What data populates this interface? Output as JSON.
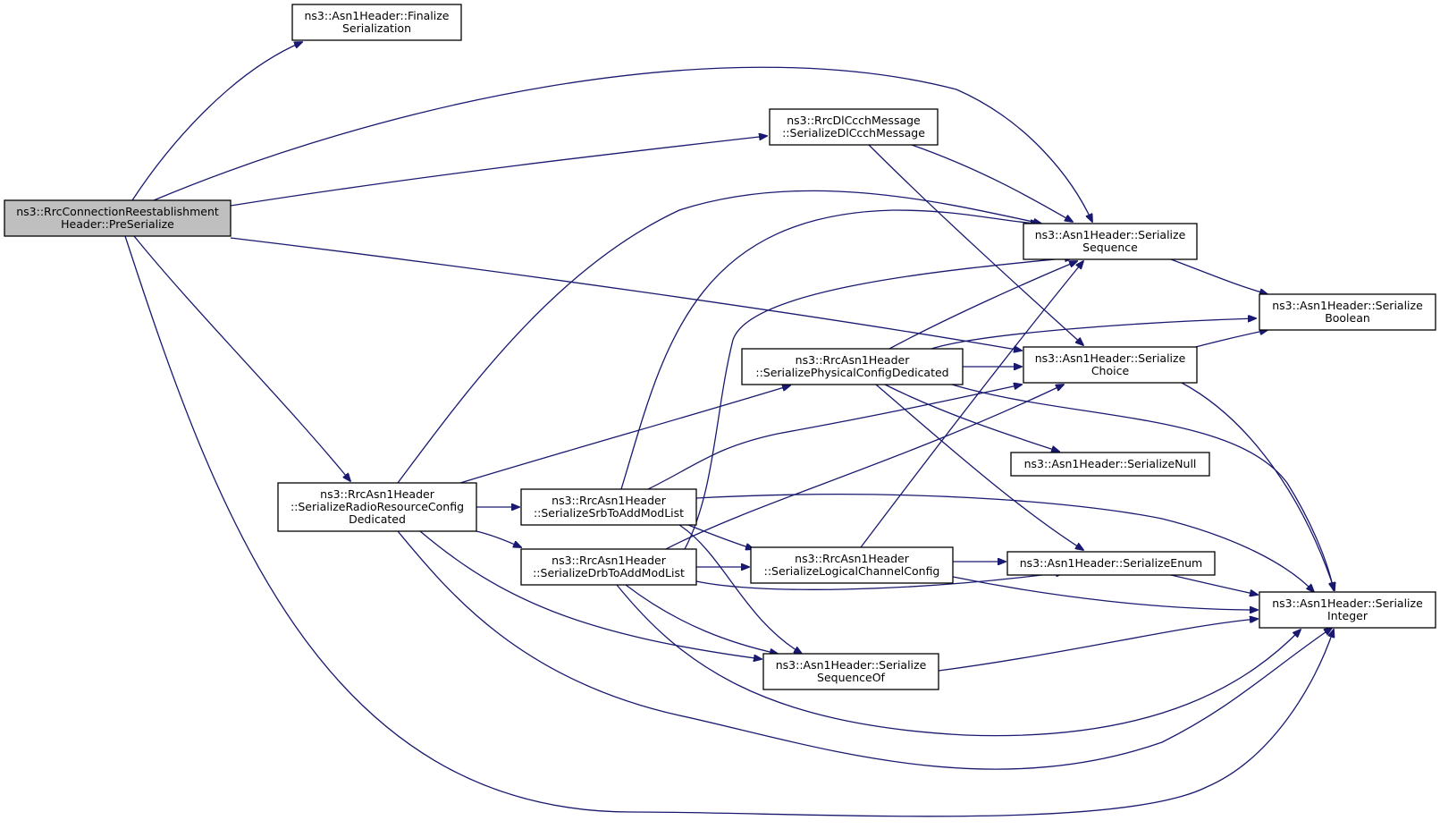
{
  "nodes": [
    {
      "id": "pre",
      "lines": [
        "ns3::RrcConnectionReestablishment",
        "Header::PreSerialize"
      ],
      "highlighted": true
    },
    {
      "id": "fin",
      "lines": [
        "ns3::Asn1Header::Finalize",
        "Serialization"
      ]
    },
    {
      "id": "dlccch",
      "lines": [
        "ns3::RrcDlCcchMessage",
        "::SerializeDlCcchMessage"
      ]
    },
    {
      "id": "seq",
      "lines": [
        "ns3::Asn1Header::Serialize",
        "Sequence"
      ]
    },
    {
      "id": "bool",
      "lines": [
        "ns3::Asn1Header::Serialize",
        "Boolean"
      ]
    },
    {
      "id": "choice",
      "lines": [
        "ns3::Asn1Header::Serialize",
        "Choice"
      ]
    },
    {
      "id": "phys",
      "lines": [
        "ns3::RrcAsn1Header",
        "::SerializePhysicalConfigDedicated"
      ]
    },
    {
      "id": "null",
      "lines": [
        "ns3::Asn1Header::SerializeNull"
      ]
    },
    {
      "id": "rrcd",
      "lines": [
        "ns3::RrcAsn1Header",
        "::SerializeRadioResourceConfig",
        "Dedicated"
      ]
    },
    {
      "id": "srb",
      "lines": [
        "ns3::RrcAsn1Header",
        "::SerializeSrbToAddModList"
      ]
    },
    {
      "id": "drb",
      "lines": [
        "ns3::RrcAsn1Header",
        "::SerializeDrbToAddModList"
      ]
    },
    {
      "id": "lcc",
      "lines": [
        "ns3::RrcAsn1Header",
        "::SerializeLogicalChannelConfig"
      ]
    },
    {
      "id": "enum",
      "lines": [
        "ns3::Asn1Header::SerializeEnum"
      ]
    },
    {
      "id": "int",
      "lines": [
        "ns3::Asn1Header::Serialize",
        "Integer"
      ]
    },
    {
      "id": "seqof",
      "lines": [
        "ns3::Asn1Header::Serialize",
        "SequenceOf"
      ]
    }
  ],
  "edges": [
    [
      "pre",
      "fin"
    ],
    [
      "pre",
      "seq"
    ],
    [
      "pre",
      "dlccch"
    ],
    [
      "pre",
      "choice"
    ],
    [
      "pre",
      "rrcd"
    ],
    [
      "pre",
      "int"
    ],
    [
      "dlccch",
      "seq"
    ],
    [
      "dlccch",
      "choice"
    ],
    [
      "seq",
      "bool"
    ],
    [
      "choice",
      "bool"
    ],
    [
      "choice",
      "int"
    ],
    [
      "phys",
      "seq"
    ],
    [
      "phys",
      "bool"
    ],
    [
      "phys",
      "choice"
    ],
    [
      "phys",
      "null"
    ],
    [
      "phys",
      "enum"
    ],
    [
      "phys",
      "int"
    ],
    [
      "rrcd",
      "seq"
    ],
    [
      "rrcd",
      "phys"
    ],
    [
      "rrcd",
      "srb"
    ],
    [
      "rrcd",
      "drb"
    ],
    [
      "rrcd",
      "seqof"
    ],
    [
      "rrcd",
      "int"
    ],
    [
      "srb",
      "seq"
    ],
    [
      "srb",
      "choice"
    ],
    [
      "srb",
      "lcc"
    ],
    [
      "srb",
      "seqof"
    ],
    [
      "srb",
      "int"
    ],
    [
      "drb",
      "seq"
    ],
    [
      "drb",
      "choice"
    ],
    [
      "drb",
      "lcc"
    ],
    [
      "drb",
      "enum"
    ],
    [
      "drb",
      "seqof"
    ],
    [
      "drb",
      "int"
    ],
    [
      "lcc",
      "seq"
    ],
    [
      "lcc",
      "enum"
    ],
    [
      "lcc",
      "int"
    ],
    [
      "enum",
      "int"
    ],
    [
      "seqof",
      "int"
    ]
  ],
  "colors": {
    "edge": "#191970",
    "highlight_fill": "#bfbfbf",
    "node_border": "#000000"
  }
}
